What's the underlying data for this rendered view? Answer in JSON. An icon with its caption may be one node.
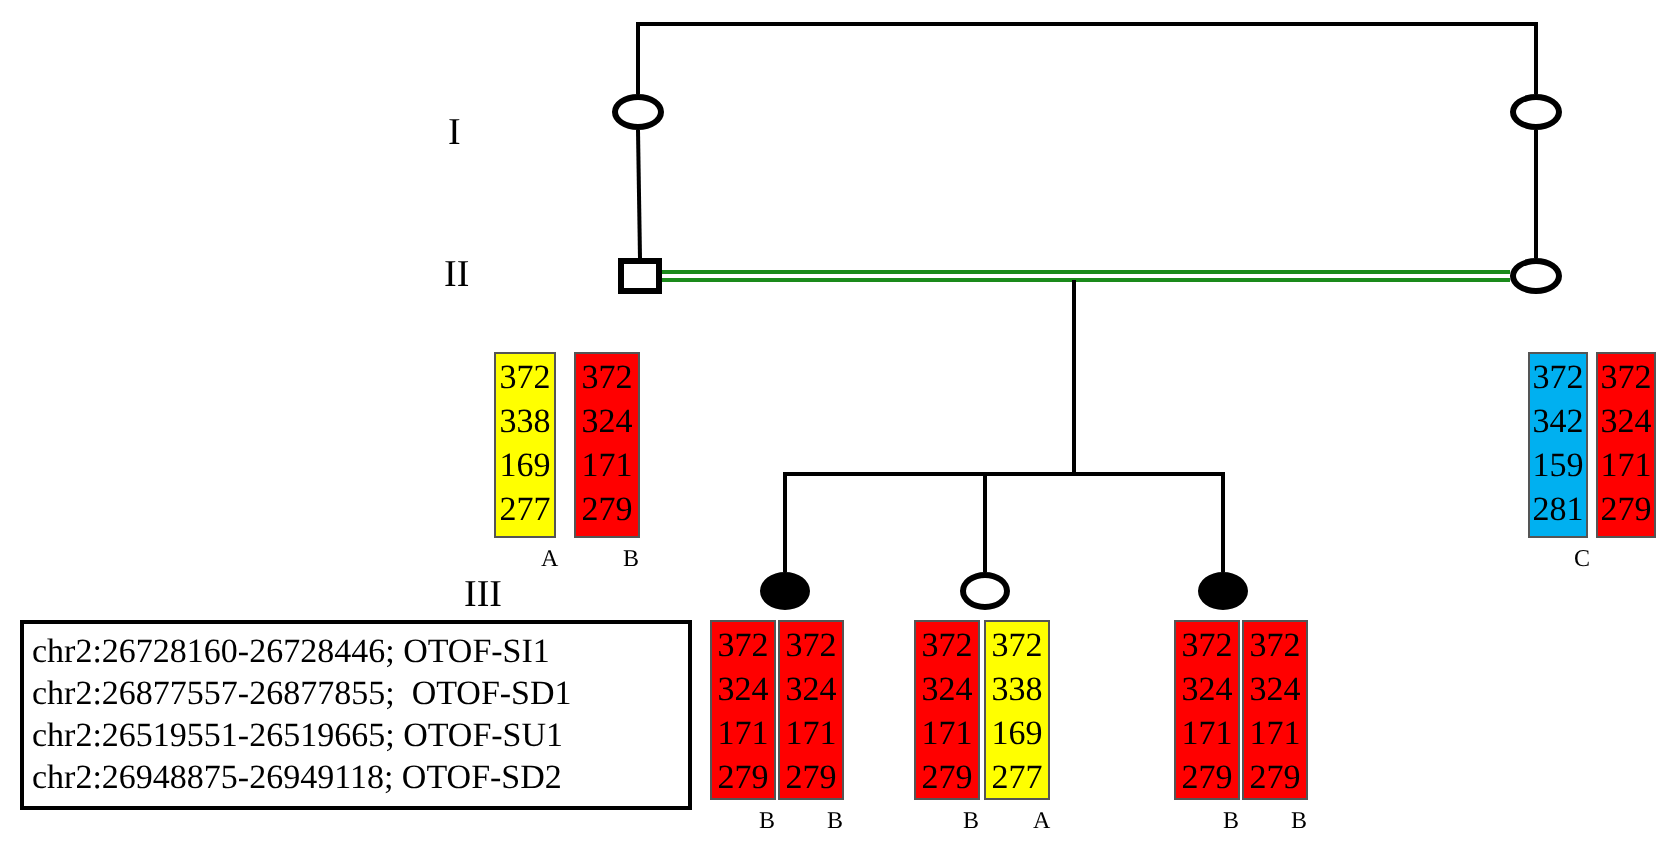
{
  "diagram": {
    "nodes": [
      {
        "text": [],
        "shape": "circle"
      },
      {
        "text": [],
        "shape": "circle"
      },
      {
        "text": [],
        "shape": "box"
      },
      {
        "text": [],
        "shape": "circle"
      },
      {
        "text": [
          "372 338 169 277"
        ],
        "beside": [
          "A"
        ]
      },
      {
        "text": [
          "372 324 171 279"
        ],
        "beside": [
          "B"
        ]
      },
      {
        "text": [
          "372 342 159 281"
        ],
        "beside": [
          "C"
        ]
      },
      {
        "text": [
          "372 324 171 279"
        ]
      },
      {
        "text": [],
        "shape": "circle"
      },
      {
        "text": [],
        "shape": "circle"
      },
      {
        "text": [],
        "shape": "circle"
      },
      {
        "text": [
          "chr2:26728160-26728446; OTOF-SI1",
          "chr2:26877557-26877855;  OTOF-SD1",
          "chr2:26519551-26519665; OTOF-SU1",
          "chr2:26948875-26949118; OTOF-SD2"
        ]
      },
      {
        "text": [
          "372 324 171 279"
        ],
        "beside": [
          "B"
        ]
      },
      {
        "text": [
          "372 324 171 279"
        ],
        "beside": [
          "B"
        ]
      },
      {
        "text": [
          "372 324 171 279"
        ],
        "beside": [
          "B"
        ]
      },
      {
        "text": [
          "372 338 169 277"
        ],
        "beside": [
          "A"
        ]
      },
      {
        "text": [
          "372 324 171 279"
        ],
        "beside": [
          "B"
        ]
      },
      {
        "text": [
          "372 324 171 279"
        ],
        "beside": [
          "B"
        ]
      }
    ],
    "edges": [
      {
        "from": 0,
        "to": 1,
        "arrow": "none"
      },
      {
        "from": 0,
        "to": 2,
        "arrow": "none"
      },
      {
        "from": 1,
        "to": 3,
        "arrow": "none"
      },
      {
        "from": 2,
        "to": 3,
        "arrow": "none",
        "color": "#1a8a1a"
      },
      {
        "from": null,
        "to": 8,
        "arrow": "none"
      },
      {
        "from": null,
        "to": 9,
        "arrow": "none"
      },
      {
        "from": null,
        "to": 10,
        "arrow": "none"
      }
    ],
    "labels": [
      "I",
      "II",
      "III"
    ]
  }
}
